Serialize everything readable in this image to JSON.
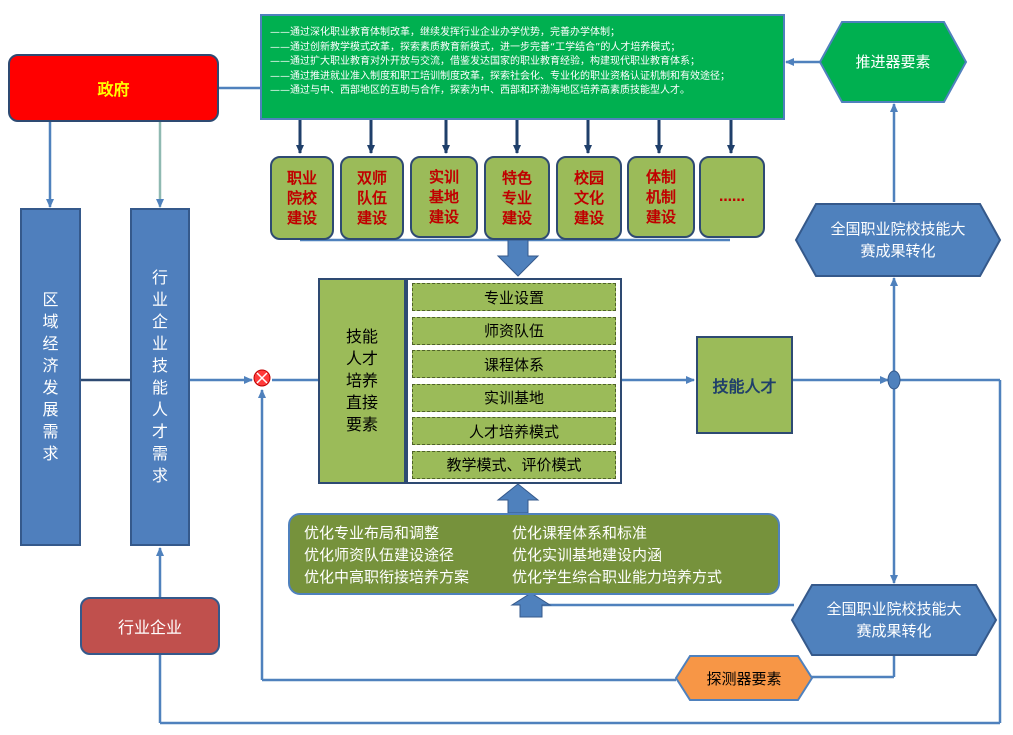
{
  "government": {
    "label": "政府"
  },
  "policy": {
    "lines": [
      "——通过深化职业教育体制改革，继续发挥行业企业办学优势，完善办学体制；",
      "——通过创新教学模式改革，探索素质教育新模式，进一步完善“工学结合”的人才培养模式；",
      "——通过扩大职业教育对外开放与交流，借鉴发达国家的职业教育经验，构建现代职业教育体系；",
      "——通过推进就业准入制度和职工培训制度改革，探索社会化、专业化的职业资格认证机制和有效途径；",
      "——通过与中、西部地区的互助与合作，探索为中、西部和环渤海地区培养高素质技能型人才。"
    ]
  },
  "promoter": {
    "label": "推进器要素"
  },
  "region_demand": {
    "label": "区域经济发展需求"
  },
  "industry_demand": {
    "label": "行业企业技能人才需求"
  },
  "industry_enterprise": {
    "label": "行业企业"
  },
  "construction_items": [
    {
      "label": "职业院校建设"
    },
    {
      "label": "双师队伍建设"
    },
    {
      "label": "实训基地建设"
    },
    {
      "label": "特色专业建设"
    },
    {
      "label": "校园文化建设"
    },
    {
      "label": "体制机制建设"
    },
    {
      "label": "……"
    }
  ],
  "direct_elements": {
    "label": "技能人才培养直接要素"
  },
  "element_rows": [
    {
      "label": "专业设置"
    },
    {
      "label": "师资队伍"
    },
    {
      "label": "课程体系"
    },
    {
      "label": "实训基地"
    },
    {
      "label": "人才培养模式"
    },
    {
      "label": "教学模式、评价模式"
    }
  ],
  "skilled_talent": {
    "label": "技能人才"
  },
  "competition_top": {
    "label": "全国职业院校技能大赛成果转化"
  },
  "competition_bottom": {
    "label": "全国职业院校技能大赛成果转化"
  },
  "optimize": {
    "left": [
      "优化专业布局和调整",
      "优化师资队伍建设途径",
      "优化中高职衔接培养方案"
    ],
    "right": [
      "优化课程体系和标准",
      "优化实训基地建设内涵",
      "优化学生综合职业能力培养方式"
    ]
  },
  "detector": {
    "label": "探测器要素"
  },
  "colors": {
    "government": "#ff0000",
    "government_text": "#ffff00",
    "policy": "#00b050",
    "blue_box": "#4f81bd",
    "olive_box": "#9bbb59",
    "construction_text": "#c00000",
    "optimize_box": "#76923c",
    "industry_enterprise": "#c0504d",
    "detector": "#f79646",
    "sum_node": "#ff0000"
  }
}
